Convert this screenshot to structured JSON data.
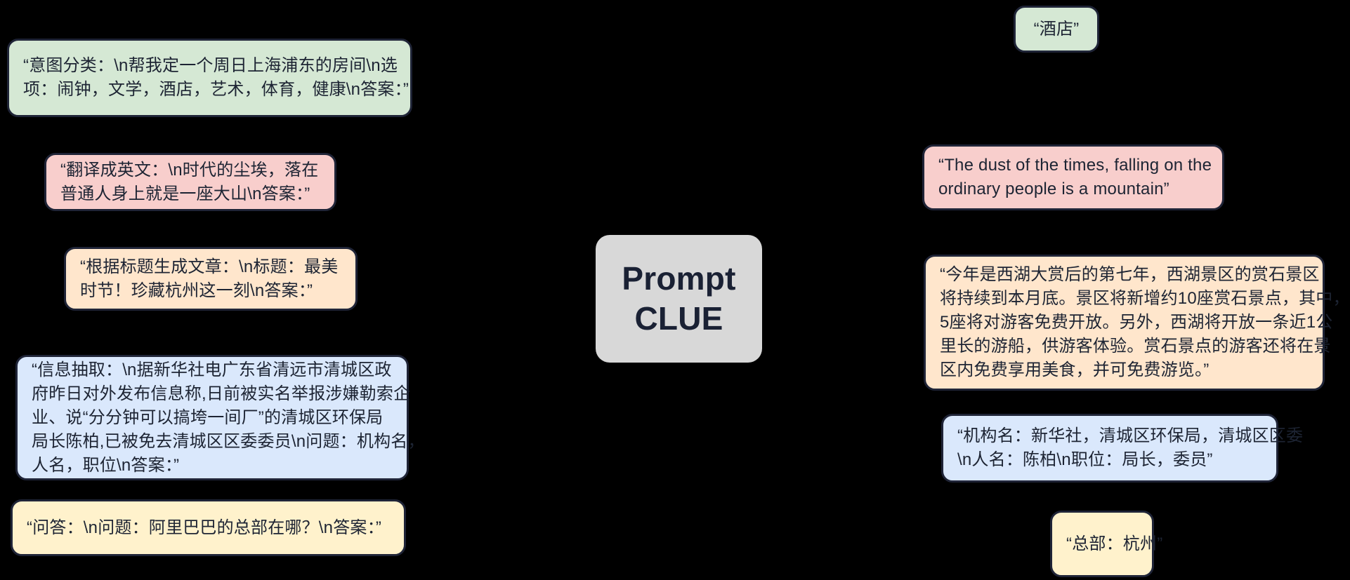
{
  "diagram": {
    "background": "#000000",
    "stroke_color": "#1f2437",
    "text_color": "#1d2433",
    "center_node": {
      "fill": "#d8d8d8",
      "lines": [
        "Prompt",
        "CLUE"
      ]
    },
    "input_prompts": [
      {
        "task": "intent-classification",
        "fill": "#d5e8d4",
        "lines": [
          "“意图分类：\\n帮我定一个周日上海浦东的房间\\n选",
          "项：闹钟，文学，酒店，艺术，体育，健康\\n答案：”"
        ]
      },
      {
        "task": "translation",
        "fill": "#f8cecc",
        "lines": [
          "“翻译成英文：\\n时代的尘埃，落在",
          "普通人身上就是一座大山\\n答案：”"
        ]
      },
      {
        "task": "article-generation",
        "fill": "#ffe6cc",
        "lines": [
          "“根据标题生成文章：\\n标题：最美",
          "时节！珍藏杭州这一刻\\n答案：”"
        ]
      },
      {
        "task": "information-extraction",
        "fill": "#dae8fc",
        "lines": [
          "“信息抽取：\\n据新华社电广东省清远市清城区政",
          "府昨日对外发布信息称,日前被实名举报涉嫌勒索企",
          "业、说“分分钟可以搞垮一间厂”的清城区环保局",
          "局长陈柏,已被免去清城区区委委员\\n问题：机构名，",
          "人名，职位\\n答案：”"
        ]
      },
      {
        "task": "question-answering",
        "fill": "#fff2cc",
        "lines": [
          "“问答：\\n问题：阿里巴巴的总部在哪？\\n答案：”"
        ]
      }
    ],
    "outputs": [
      {
        "task": "intent-classification",
        "fill": "#d5e8d4",
        "lines": [
          "“酒店”"
        ]
      },
      {
        "task": "translation",
        "fill": "#f8cecc",
        "lines": [
          "“The dust of the times, falling on the",
          "ordinary people is a mountain”"
        ]
      },
      {
        "task": "article-generation",
        "fill": "#ffe6cc",
        "lines": [
          "“今年是西湖大赏后的第七年，西湖景区的赏石景区",
          "将持续到本月底。景区将新增约10座赏石景点，其中，",
          "5座将对游客免费开放。另外，西湖将开放一条近1公",
          "里长的游船，供游客体验。赏石景点的游客还将在景",
          "区内免费享用美食，并可免费游览。”"
        ]
      },
      {
        "task": "information-extraction",
        "fill": "#dae8fc",
        "lines": [
          "“机构名：新华社，清城区环保局，清城区区委",
          "\\n人名：陈柏\\n职位：局长，委员”"
        ]
      },
      {
        "task": "question-answering",
        "fill": "#fff2cc",
        "lines": [
          "“总部：杭州”"
        ]
      }
    ]
  }
}
